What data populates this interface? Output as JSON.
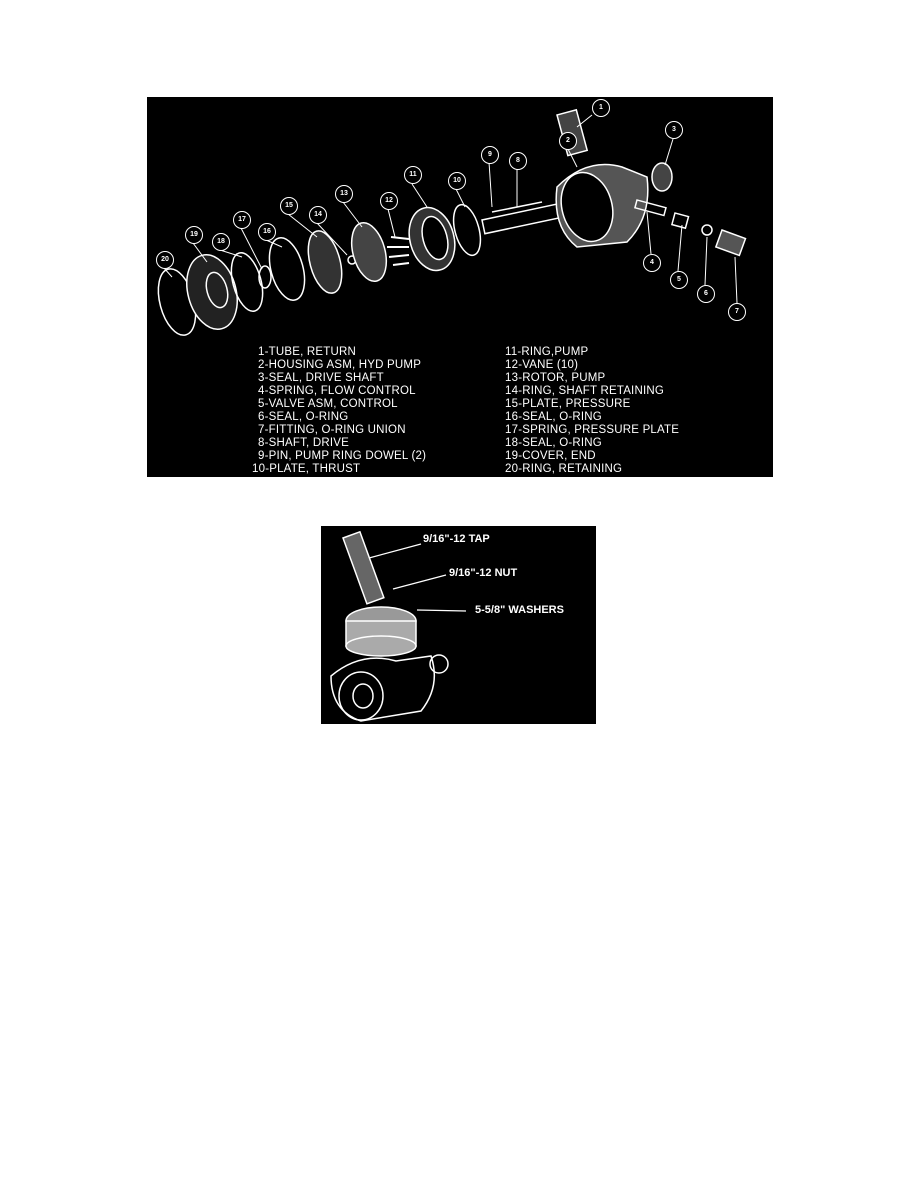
{
  "figure1": {
    "callouts": [
      "1",
      "2",
      "3",
      "4",
      "5",
      "6",
      "7",
      "8",
      "9",
      "10",
      "11",
      "12",
      "13",
      "14",
      "15",
      "16",
      "17",
      "18",
      "19",
      "20"
    ],
    "legend_left": [
      "1-TUBE, RETURN",
      "2-HOUSING ASM, HYD PUMP",
      "3-SEAL, DRIVE SHAFT",
      "4-SPRING, FLOW CONTROL",
      "5-VALVE ASM, CONTROL",
      "6-SEAL, O-RING",
      "7-FITTING, O-RING UNION",
      "8-SHAFT, DRIVE",
      "9-PIN, PUMP RING DOWEL (2)",
      "10-PLATE, THRUST"
    ],
    "legend_right": [
      "11-RING,PUMP",
      "12-VANE (10)",
      "13-ROTOR, PUMP",
      "14-RING, SHAFT RETAINING",
      "15-PLATE, PRESSURE",
      "16-SEAL, O-RING",
      "17-SPRING, PRESSURE PLATE",
      "18-SEAL, O-RING",
      "19-COVER, END",
      "20-RING, RETAINING"
    ]
  },
  "figure2": {
    "labels": [
      "9/16\"-12 TAP",
      "9/16\"-12 NUT",
      "5-5/8\" WASHERS"
    ]
  }
}
